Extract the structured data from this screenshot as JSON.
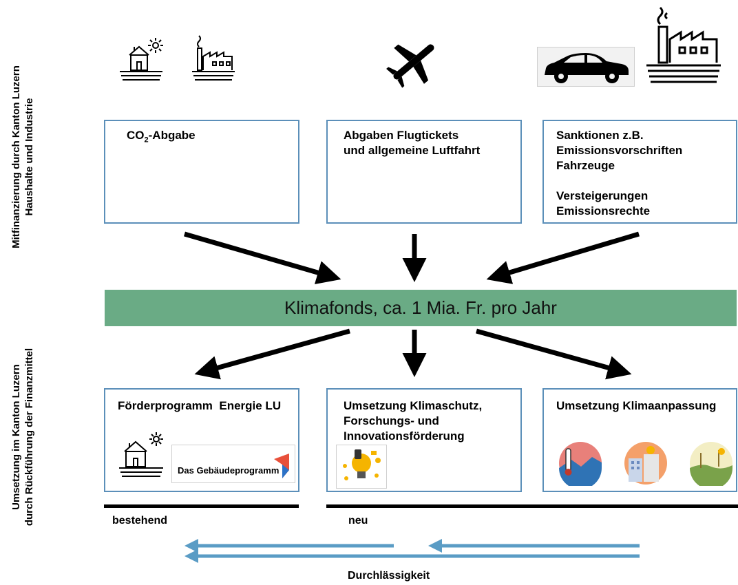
{
  "side_labels": {
    "top": {
      "line1": "Mitfinanzierung durch Kanton Luzern",
      "line2": "Haushalte und Industrie"
    },
    "bottom": {
      "line1": "Umsetzung im Kanton Luzern",
      "line2": "durch Rückführung der Finanzmittel"
    }
  },
  "sources": {
    "co2": {
      "prefix": "CO",
      "sub": "2",
      "suffix": "-Abgabe"
    },
    "flight": "Abgaben Flugtickets\nund allgemeine Luftfahrt",
    "sanctions": "Sanktionen z.B.\nEmissionsvorschriften\nFahrzeuge\n\nVersteigerungen\nEmissionsrechte"
  },
  "fund": {
    "label": "Klimafonds, ca. 1 Mia. Fr. pro Jahr",
    "color": "#6aab85"
  },
  "targets": {
    "energy": "Förderprogramm  Energie LU",
    "protection": "Umsetzung Klimaschutz,\nForschungs- und\nInnovationsförderung",
    "adaptation": "Umsetzung Klimaanpassung"
  },
  "logos": {
    "gebaeude": "Das Gebäudeprogramm"
  },
  "footer": {
    "existing": "bestehend",
    "new": "neu",
    "permeability": "Durchlässigkeit"
  },
  "colors": {
    "box_border": "#5b8fb9",
    "flow_arrow": "#5a9cc5"
  },
  "icons": [
    "house-sun-icon",
    "factory-icon",
    "airplane-icon",
    "car-icon",
    "large-factory-icon",
    "lightbulb-icon",
    "heat-thermometer-icon",
    "heat-building-icon",
    "drought-field-icon"
  ]
}
